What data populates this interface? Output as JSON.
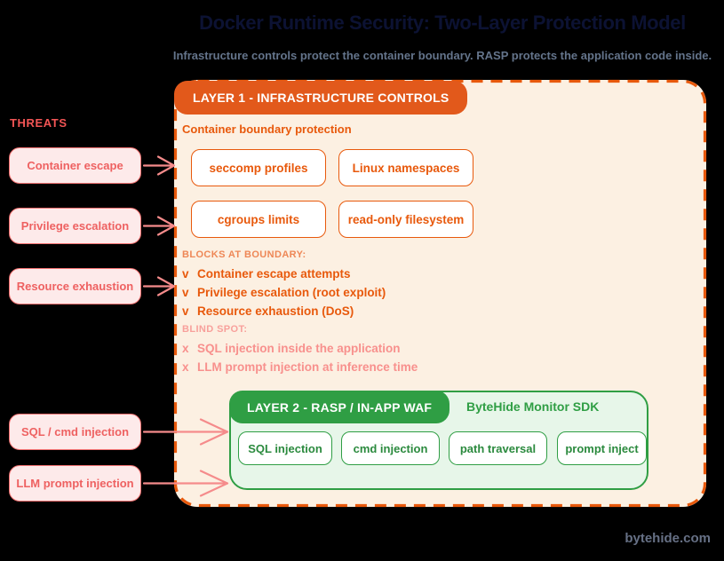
{
  "header": {
    "title": "Docker Runtime Security: Two-Layer Protection Model",
    "subtitle": "Infrastructure controls protect the container boundary. RASP protects the application code inside."
  },
  "threats": {
    "label": "THREATS",
    "items": [
      {
        "label": "Container escape"
      },
      {
        "label": "Privilege escalation"
      },
      {
        "label": "Resource exhaustion"
      },
      {
        "label": "SQL / cmd injection"
      },
      {
        "label": "LLM prompt injection"
      }
    ]
  },
  "layer1": {
    "badge": "LAYER 1 - INFRASTRUCTURE CONTROLS",
    "caption": "Container boundary protection",
    "controls": [
      "seccomp profiles",
      "Linux namespaces",
      "cgroups limits",
      "read-only filesystem"
    ],
    "blocks": {
      "heading": "BLOCKS AT BOUNDARY:",
      "items": [
        {
          "mark": "v",
          "label": "Container escape attempts"
        },
        {
          "mark": "v",
          "label": "Privilege escalation (root exploit)"
        },
        {
          "mark": "v",
          "label": "Resource exhaustion (DoS)"
        }
      ]
    },
    "blind_spot": {
      "heading": "BLIND SPOT:",
      "items": [
        {
          "mark": "x",
          "label": "SQL injection inside the application"
        },
        {
          "mark": "x",
          "label": "LLM prompt injection at inference time"
        }
      ]
    }
  },
  "layer2": {
    "badge": "LAYER 2 - RASP / IN-APP WAF",
    "sdk_label": "ByteHide Monitor SDK",
    "protections": [
      "SQL injection",
      "cmd injection",
      "path traversal",
      "prompt inject"
    ]
  },
  "footer": {
    "site": "bytehide.com"
  },
  "colors": {
    "orange": "#e8590c",
    "orange_badge": "#e2591b",
    "cream_panel": "#fcf0e2",
    "orange_faded": "#ee8756",
    "salmon": "#f37272",
    "salmon_text": "#ee6161",
    "salmon_faded": "#f8908d",
    "pink_panel": "#fdeaea",
    "green": "#2f9e44",
    "green_panel": "#e7f6e9",
    "title_navy": "#0c1233",
    "subtitle_slate": "#64748b",
    "footer_gray": "#667085",
    "background": "#000000"
  }
}
